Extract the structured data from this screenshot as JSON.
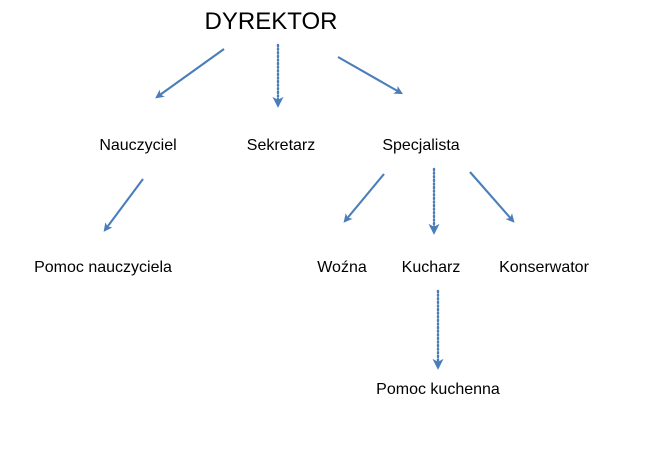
{
  "diagram": {
    "title_node": "DYREKTOR",
    "background_color": "#ffffff",
    "connector_color": "#4a7ebb",
    "text_color": "#000000",
    "nodes": {
      "dyrektor": "DYREKTOR",
      "nauczyciel": "Nauczyciel",
      "sekretarz": "Sekretarz",
      "specjalista": "Specjalista",
      "pomoc_nauczyciela": "Pomoc nauczyciela",
      "wozna": "Woźna",
      "kucharz": "Kucharz",
      "konserwator": "Konserwator",
      "pomoc_kuchenna": "Pomoc kuchenna"
    },
    "connectors": [
      {
        "name": "dyrektor-to-nauczyciel",
        "style": "solid"
      },
      {
        "name": "dyrektor-to-sekretarz",
        "style": "dotted"
      },
      {
        "name": "dyrektor-to-specjalista",
        "style": "solid"
      },
      {
        "name": "nauczyciel-to-pomoc-nauczyciela",
        "style": "solid"
      },
      {
        "name": "specjalista-to-wozna",
        "style": "solid"
      },
      {
        "name": "specjalista-to-kucharz",
        "style": "dotted"
      },
      {
        "name": "specjalista-to-konserwator",
        "style": "solid"
      },
      {
        "name": "kucharz-to-pomoc-kuchenna",
        "style": "dotted"
      }
    ]
  }
}
